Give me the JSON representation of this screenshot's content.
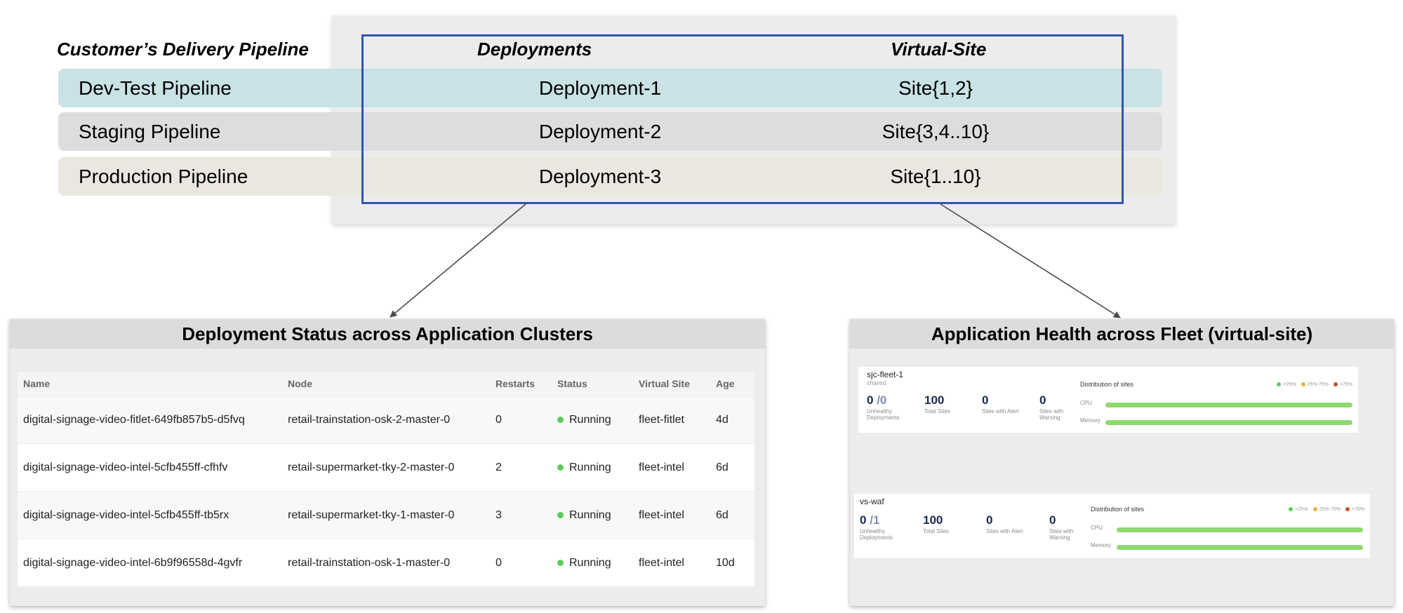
{
  "pipeline": {
    "title": "Customer’s Delivery Pipeline",
    "deployments_header": "Deployments",
    "virtual_site_header": "Virtual-Site",
    "rows": [
      {
        "pipeline": "Dev-Test Pipeline",
        "deployment": "Deployment-1",
        "site": "Site{1,2}",
        "color": "#c8e2e6"
      },
      {
        "pipeline": "Staging Pipeline",
        "deployment": "Deployment-2",
        "site": "Site{3,4..10}",
        "color": "#dddddd"
      },
      {
        "pipeline": "Production Pipeline",
        "deployment": "Deployment-3",
        "site": "Site{1..10}",
        "color": "#e9e7df"
      }
    ],
    "highlight_color": "#2d56b3"
  },
  "deployment_panel": {
    "title": "Deployment Status across Application Clusters",
    "columns": [
      "Name",
      "Node",
      "Restarts",
      "Status",
      "Virtual Site",
      "Age"
    ],
    "rows": [
      {
        "name": "digital-signage-video-fitlet-649fb857b5-d5fvq",
        "node": "retail-trainstation-osk-2-master-0",
        "restarts": "0",
        "status": "Running",
        "virtual_site": "fleet-fitlet",
        "age": "4d"
      },
      {
        "name": "digital-signage-video-intel-5cfb455ff-cfhfv",
        "node": "retail-supermarket-tky-2-master-0",
        "restarts": "2",
        "status": "Running",
        "virtual_site": "fleet-intel",
        "age": "6d"
      },
      {
        "name": "digital-signage-video-intel-5cfb455ff-tb5rx",
        "node": "retail-supermarket-tky-1-master-0",
        "restarts": "3",
        "status": "Running",
        "virtual_site": "fleet-intel",
        "age": "6d"
      },
      {
        "name": "digital-signage-video-intel-6b9f96558d-4gvfr",
        "node": "retail-trainstation-osk-1-master-0",
        "restarts": "0",
        "status": "Running",
        "virtual_site": "fleet-intel",
        "age": "10d"
      }
    ],
    "status_color": "#5ccc5c"
  },
  "fleet_panel": {
    "title": "Application Health across Fleet (virtual-site)",
    "fleets": [
      {
        "name": "sjc-fleet-1",
        "subtitle": "shared",
        "unhealthy": "0",
        "unhealthy_of": "/0",
        "unhealthy_label": "Unhealthy Deployments",
        "total_sites": "100",
        "total_sites_label": "Total Sites",
        "sites_alert": "0",
        "sites_alert_label": "Sites with Alert",
        "sites_warning": "0",
        "sites_warning_label": "Sites with Warning",
        "distribution_title": "Distribution of sites",
        "legend": [
          "<25%",
          "25%-75%",
          ">75%"
        ],
        "cpu_label": "CPU",
        "memory_label": "Memory",
        "cpu_fraction": 1.0,
        "memory_fraction": 1.0
      },
      {
        "name": "vs-waf",
        "subtitle": "",
        "unhealthy": "0",
        "unhealthy_of": "/1",
        "unhealthy_label": "Unhealthy Deployments",
        "total_sites": "100",
        "total_sites_label": "Total Sites",
        "sites_alert": "0",
        "sites_alert_label": "Sites with Alert",
        "sites_warning": "0",
        "sites_warning_label": "Sites with Warning",
        "distribution_title": "Distribution of sites",
        "legend": [
          "<25%",
          "25%-75%",
          ">75%"
        ],
        "cpu_label": "CPU",
        "memory_label": "Memory",
        "cpu_fraction": 1.0,
        "memory_fraction": 1.0
      }
    ],
    "legend_colors": [
      "#5ccc5c",
      "#f0b040",
      "#c8502a"
    ],
    "bar_color": "#8ed96b"
  }
}
